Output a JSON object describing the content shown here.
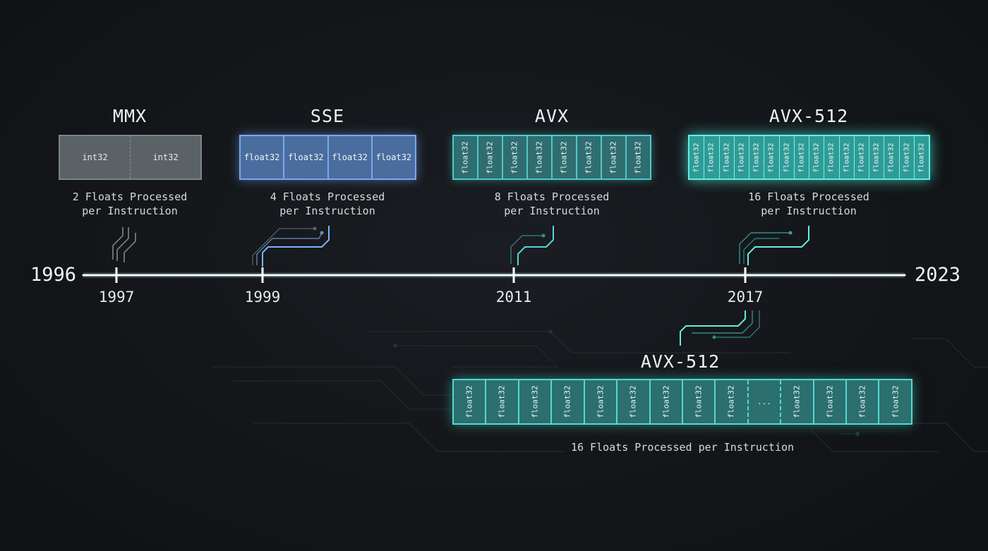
{
  "timeline": {
    "start_year": "1996",
    "end_year": "2023",
    "ticks": [
      "1997",
      "1999",
      "2011",
      "2017"
    ]
  },
  "generations": [
    {
      "title": "MMX",
      "caption_line1": "2 Floats Processed",
      "caption_line2": "per Instruction",
      "lanes": [
        "int32",
        "int32"
      ]
    },
    {
      "title": "SSE",
      "caption_line1": "4 Floats Processed",
      "caption_line2": "per Instruction",
      "lanes": [
        "float32",
        "float32",
        "float32",
        "float32"
      ]
    },
    {
      "title": "AVX",
      "caption_line1": "8 Floats Processed",
      "caption_line2": "per Instruction",
      "lanes": [
        "float32",
        "float32",
        "float32",
        "float32",
        "float32",
        "float32",
        "float32",
        "float32"
      ]
    },
    {
      "title": "AVX-512",
      "caption_line1": "16 Floats Processed",
      "caption_line2": "per Instruction",
      "lanes": [
        "float32",
        "float32",
        "float32",
        "float32",
        "float32",
        "float32",
        "float32",
        "float32",
        "float32",
        "float32",
        "float32",
        "float32",
        "float32",
        "float32",
        "float32",
        "float32"
      ]
    }
  ],
  "detail": {
    "title": "AVX-512",
    "caption": "16 Floats Processed per Instruction",
    "lanes": [
      "float32",
      "float32",
      "float32",
      "float32",
      "float32",
      "float32",
      "float32",
      "float32",
      "float32",
      "...",
      "float32",
      "float32",
      "float32",
      "float32"
    ]
  },
  "colors": {
    "mmx": "#5a6266",
    "sse": "#4a6d9e",
    "avx": "#2f6d70",
    "avx512": "#2f9b96",
    "timeline": "#ffffff"
  }
}
